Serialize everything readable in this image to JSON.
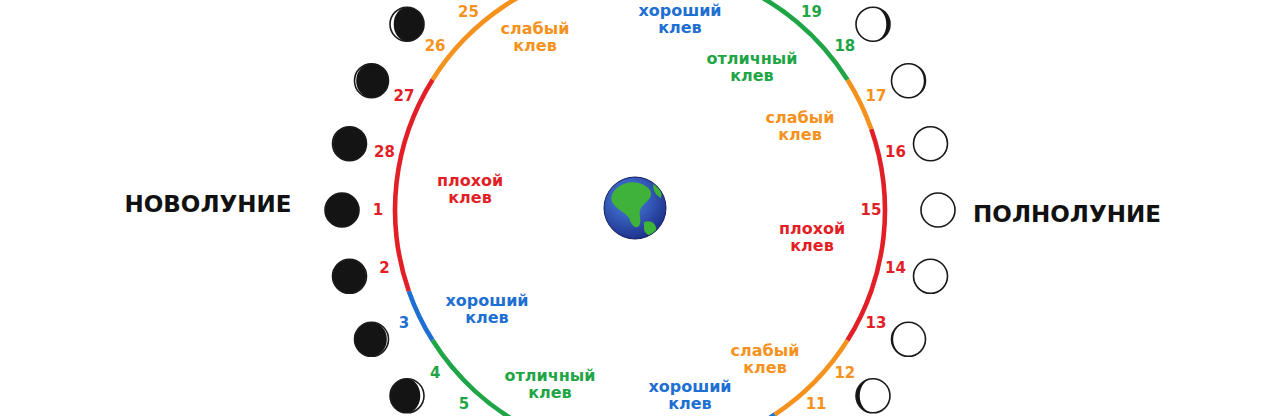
{
  "diagram": {
    "labels": [
      "хороший клев",
      "25",
      "19",
      "слабый клев",
      "26",
      "18",
      "отличный клев",
      "27",
      "17",
      "слабый клев",
      "28",
      "16",
      "плохой клев",
      "НОВОЛУНИЕ",
      "1",
      "15",
      "плохой клев",
      "ПОЛНОЛУНИЕ",
      "14",
      "2",
      "13",
      "хороший клев",
      "3",
      "слабый клев",
      "12",
      "4",
      "отличный клев",
      "хороший клев",
      "11",
      "5"
    ]
  }
}
